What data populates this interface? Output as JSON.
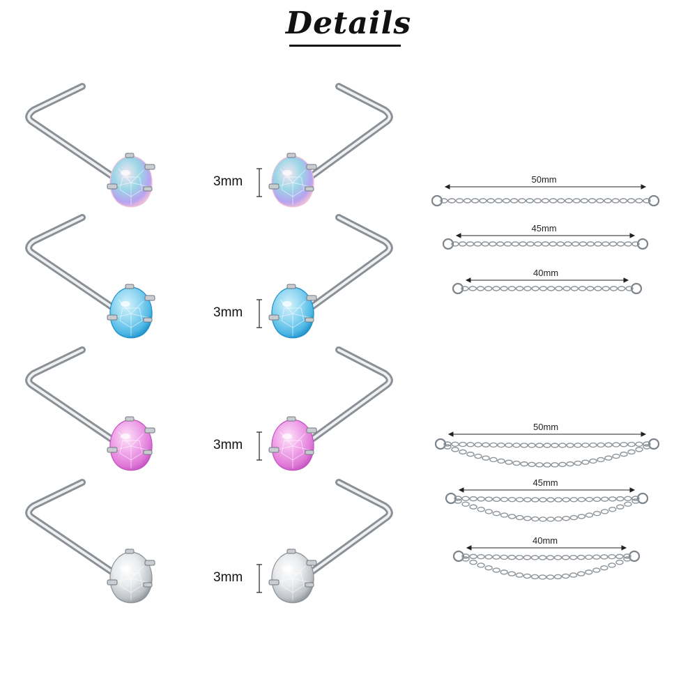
{
  "title": "Details",
  "size_label": "3mm",
  "studs": [
    {
      "gem": "aurora",
      "colors": [
        "#f6e6f2",
        "#b7a3f0",
        "#9ad6e6",
        "#f3c2d6"
      ]
    },
    {
      "gem": "aqua",
      "colors": [
        "#d6f2fb",
        "#4fb8e6",
        "#8fd6f1",
        "#1d8fc8"
      ]
    },
    {
      "gem": "pink",
      "colors": [
        "#fde4f8",
        "#e07ad8",
        "#f0a6ea",
        "#c352c0"
      ]
    },
    {
      "gem": "clear",
      "colors": [
        "#ffffff",
        "#bfc4c9",
        "#e8eaec",
        "#8c9196"
      ]
    }
  ],
  "chains_single": [
    {
      "length": "50mm"
    },
    {
      "length": "45mm"
    },
    {
      "length": "40mm"
    }
  ],
  "chains_double": [
    {
      "length": "50mm"
    },
    {
      "length": "45mm"
    },
    {
      "length": "40mm"
    }
  ]
}
